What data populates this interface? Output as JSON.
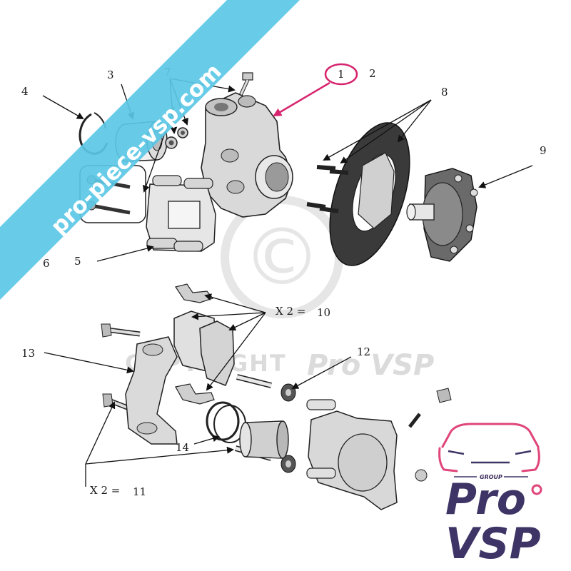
{
  "banner": {
    "text": "pro-piece-vsp.com",
    "color": "#5bc8e6"
  },
  "watermark": {
    "symbol": "©",
    "line1": "COPYRIGHT",
    "line2": "Pro VSP"
  },
  "callouts": {
    "c1": "1",
    "c2": "2",
    "c3": "3",
    "c4": "4",
    "c5": "5",
    "c6": "6",
    "c7": "7",
    "c8": "8",
    "c9": "9",
    "c10": "10",
    "c12": "12",
    "c13": "13",
    "c14": "14",
    "x2_10": "X 2 =",
    "x2_11": "X 2 =",
    "c11": "11"
  },
  "highlight_color": "#d6246e",
  "logo": {
    "group": "GROUP",
    "pro": "Pro",
    "vsp": "VSP",
    "accent_color": "#e0457b",
    "text_color": "#3f3466"
  },
  "parts": [
    "snap-ring",
    "wheel-bearing",
    "bolts-and-nuts",
    "steering-knuckle",
    "caliper-bracket-assembly",
    "bolt-pair",
    "brake-disc",
    "disc-bolts",
    "wheel-hub",
    "pad-clips",
    "brake-pads",
    "guide-pins",
    "caliper-bracket",
    "piston-and-seals",
    "brake-caliper"
  ]
}
